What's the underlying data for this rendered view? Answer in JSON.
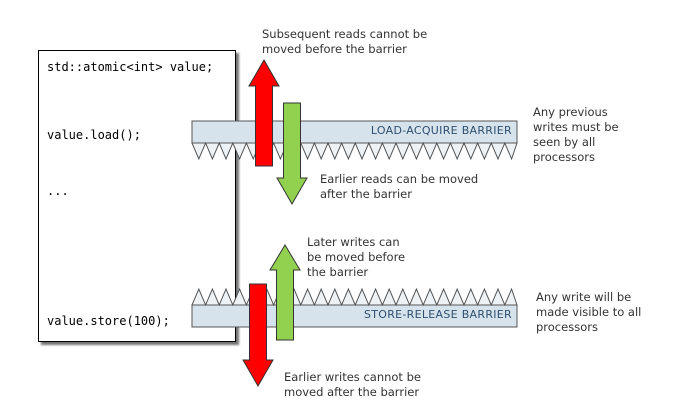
{
  "code": {
    "line1": "std::atomic<int> value;",
    "line2": "value.load();",
    "line3": "...",
    "line4": "value.store(100);"
  },
  "acquire": {
    "label": "LOAD-ACQUIRE BARRIER",
    "up_arrow_note": "Subsequent reads cannot be\nmoved before the barrier",
    "down_arrow_note": "Earlier reads can be moved\nafter the barrier",
    "side_note": "Any previous\nwrites must be\nseen by all\nprocessors"
  },
  "release": {
    "label": "STORE-RELEASE BARRIER",
    "up_arrow_note": "Later writes can\nbe moved before\nthe barrier",
    "down_arrow_note": "Earlier writes cannot be\nmoved after the barrier",
    "side_note": "Any write will be\nmade visible to all\nprocessors"
  },
  "colors": {
    "barrier_fill": "#d7e3ec",
    "barrier_border": "#555555",
    "teeth_fill": "#eef2f5",
    "blocked_arrow": "#ff0000",
    "allowed_arrow": "#92d050",
    "arrow_outline": "#333333"
  }
}
